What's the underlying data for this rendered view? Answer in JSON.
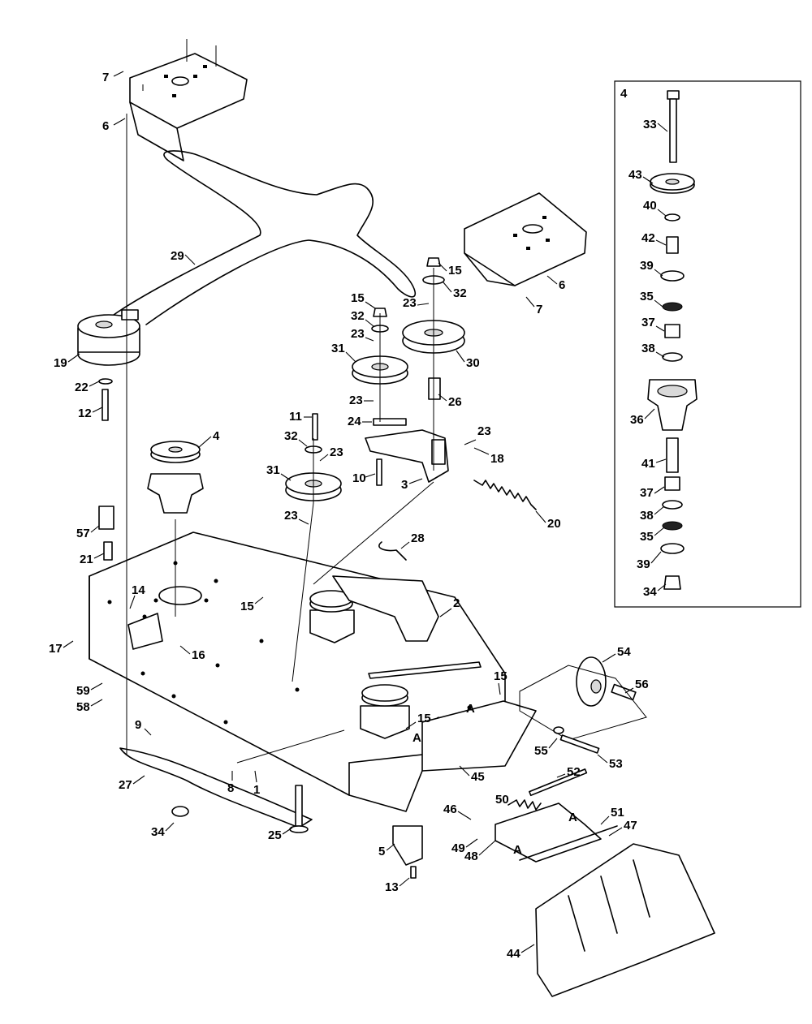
{
  "callouts": [
    {
      "id": "c7a",
      "text": "7"
    },
    {
      "id": "c6a",
      "text": "6"
    },
    {
      "id": "c29",
      "text": "29"
    },
    {
      "id": "c19",
      "text": "19"
    },
    {
      "id": "c22",
      "text": "22"
    },
    {
      "id": "c12",
      "text": "12"
    },
    {
      "id": "c4a",
      "text": "4"
    },
    {
      "id": "c57",
      "text": "57"
    },
    {
      "id": "c21",
      "text": "21"
    },
    {
      "id": "c14",
      "text": "14"
    },
    {
      "id": "c17",
      "text": "17"
    },
    {
      "id": "c16",
      "text": "16"
    },
    {
      "id": "c59",
      "text": "59"
    },
    {
      "id": "c58",
      "text": "58"
    },
    {
      "id": "c9",
      "text": "9"
    },
    {
      "id": "c27",
      "text": "27"
    },
    {
      "id": "c34a",
      "text": "34"
    },
    {
      "id": "c8",
      "text": "8"
    },
    {
      "id": "c1",
      "text": "1"
    },
    {
      "id": "c25",
      "text": "25"
    },
    {
      "id": "c5",
      "text": "5"
    },
    {
      "id": "c13",
      "text": "13"
    },
    {
      "id": "c15a",
      "text": "15"
    },
    {
      "id": "c15b",
      "text": "15"
    },
    {
      "id": "c32a",
      "text": "32"
    },
    {
      "id": "c23a",
      "text": "23"
    },
    {
      "id": "c31a",
      "text": "31"
    },
    {
      "id": "c23b",
      "text": "23"
    },
    {
      "id": "c24",
      "text": "24"
    },
    {
      "id": "c11",
      "text": "11"
    },
    {
      "id": "c32b",
      "text": "32"
    },
    {
      "id": "c23c",
      "text": "23"
    },
    {
      "id": "c31b",
      "text": "31"
    },
    {
      "id": "c10",
      "text": "10"
    },
    {
      "id": "c23d",
      "text": "23"
    },
    {
      "id": "c15c",
      "text": "15"
    },
    {
      "id": "c32c",
      "text": "32"
    },
    {
      "id": "c23e",
      "text": "23"
    },
    {
      "id": "c30",
      "text": "30"
    },
    {
      "id": "c26",
      "text": "26"
    },
    {
      "id": "c23f",
      "text": "23"
    },
    {
      "id": "c18",
      "text": "18"
    },
    {
      "id": "c3",
      "text": "3"
    },
    {
      "id": "c20",
      "text": "20"
    },
    {
      "id": "c28",
      "text": "28"
    },
    {
      "id": "c2",
      "text": "2"
    },
    {
      "id": "c6b",
      "text": "6"
    },
    {
      "id": "c7b",
      "text": "7"
    },
    {
      "id": "c15d",
      "text": "15"
    },
    {
      "id": "c15e",
      "text": "15"
    },
    {
      "id": "cA1",
      "text": "A"
    },
    {
      "id": "cA2",
      "text": "A"
    },
    {
      "id": "c54",
      "text": "54"
    },
    {
      "id": "c56",
      "text": "56"
    },
    {
      "id": "c55",
      "text": "55"
    },
    {
      "id": "c53",
      "text": "53"
    },
    {
      "id": "c45",
      "text": "45"
    },
    {
      "id": "c52",
      "text": "52"
    },
    {
      "id": "c50",
      "text": "50"
    },
    {
      "id": "cA3",
      "text": "A"
    },
    {
      "id": "c46",
      "text": "46"
    },
    {
      "id": "c51",
      "text": "51"
    },
    {
      "id": "c47",
      "text": "47"
    },
    {
      "id": "c49",
      "text": "49"
    },
    {
      "id": "c48",
      "text": "48"
    },
    {
      "id": "cA4",
      "text": "A"
    },
    {
      "id": "c44",
      "text": "44"
    },
    {
      "id": "c4b",
      "text": "4"
    },
    {
      "id": "c33",
      "text": "33"
    },
    {
      "id": "c43",
      "text": "43"
    },
    {
      "id": "c40",
      "text": "40"
    },
    {
      "id": "c42",
      "text": "42"
    },
    {
      "id": "c39a",
      "text": "39"
    },
    {
      "id": "c35a",
      "text": "35"
    },
    {
      "id": "c37a",
      "text": "37"
    },
    {
      "id": "c38a",
      "text": "38"
    },
    {
      "id": "c36",
      "text": "36"
    },
    {
      "id": "c41",
      "text": "41"
    },
    {
      "id": "c37b",
      "text": "37"
    },
    {
      "id": "c38b",
      "text": "38"
    },
    {
      "id": "c35b",
      "text": "35"
    },
    {
      "id": "c39b",
      "text": "39"
    },
    {
      "id": "c34b",
      "text": "34"
    }
  ],
  "colors": {
    "line": "#000000",
    "background": "#ffffff",
    "shade": "#d9d9d9"
  }
}
